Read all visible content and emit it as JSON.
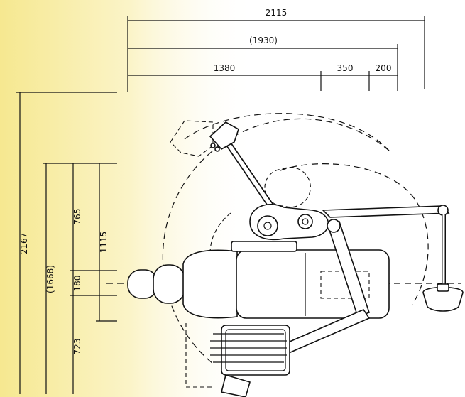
{
  "colors": {
    "gradient_left": "#f6e890",
    "gradient_right": "#ffffff",
    "line": "#111111"
  },
  "dimensions": {
    "overall_width": "2115",
    "inner_width": "(1930)",
    "segment_a": "1380",
    "segment_b": "350",
    "segment_c": "200",
    "overall_length": "2167",
    "inner_length": "(1668)",
    "upper_section": "765",
    "middle_section": "180",
    "lower_section": "723",
    "arm_reach": "1115"
  }
}
